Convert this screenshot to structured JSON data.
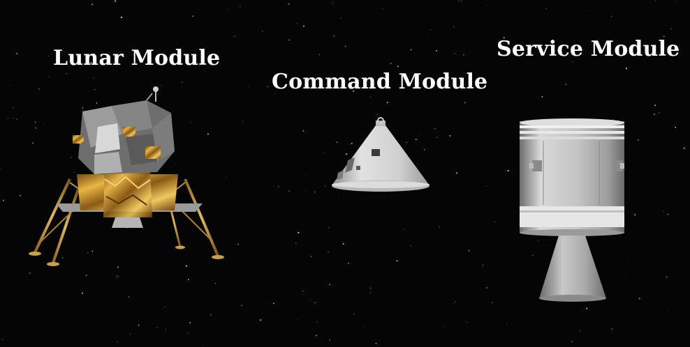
{
  "labels": {
    "lunar_module": "Lunar Module",
    "command_module": "Command Module",
    "service_module": "Service Module"
  },
  "colors": {
    "space_background": "#050505",
    "label_text": "#ffffff",
    "foil_gold": "#c8902a",
    "hull_silver": "#c8c8c8"
  }
}
